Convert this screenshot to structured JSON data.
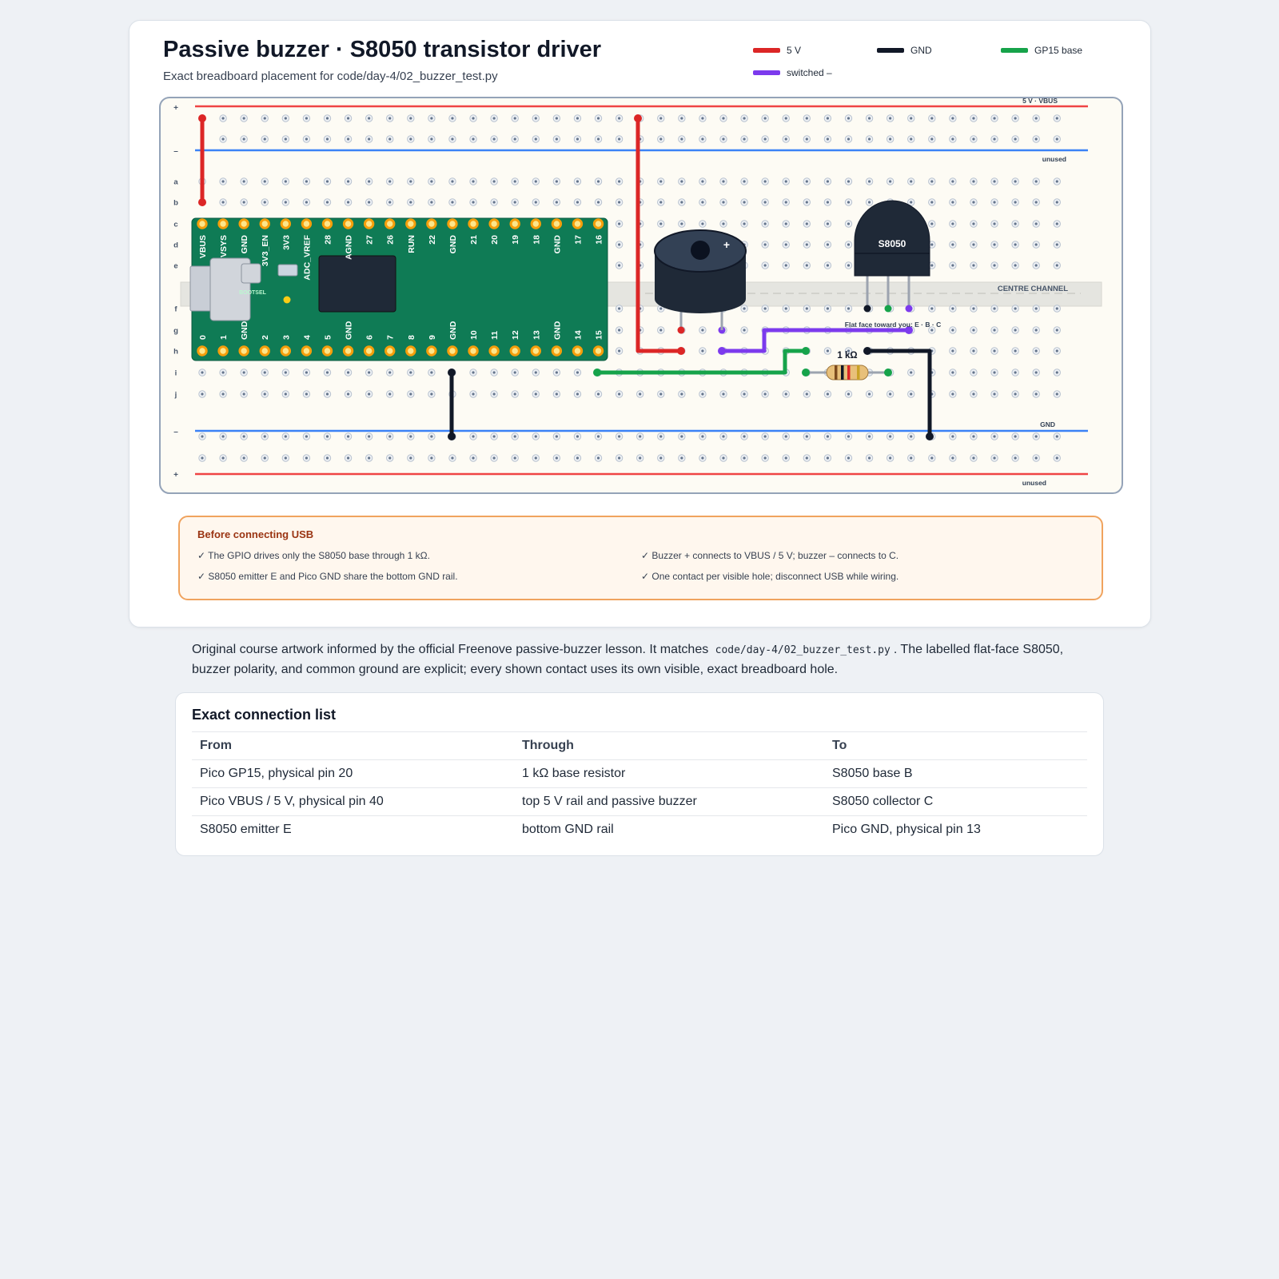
{
  "header": {
    "title": "Passive buzzer · S8050 transistor driver",
    "subtitle": "Exact breadboard placement for code/day-4/02_buzzer_test.py"
  },
  "legend": [
    {
      "label": "5 V",
      "color": "#dc2626"
    },
    {
      "label": "GND",
      "color": "#111827"
    },
    {
      "label": "GP15 base",
      "color": "#16a34a"
    },
    {
      "label": "switched –",
      "color": "#7c3aed"
    }
  ],
  "breadboard": {
    "rail_marks": {
      "top_plus": "+",
      "top_minus": "–",
      "bottom_minus": "–",
      "bottom_plus": "+"
    },
    "row_letters": [
      "a",
      "b",
      "c",
      "d",
      "e",
      "f",
      "g",
      "h",
      "i",
      "j"
    ],
    "rail_labels": {
      "top_plus": "5 V · VBUS",
      "top_minus": "unused",
      "bottom_minus": "GND",
      "bottom_plus": "unused"
    },
    "channel_label": "CENTRE CHANNEL",
    "pico": {
      "top_pins": [
        "VBUS",
        "VSYS",
        "GND",
        "3V3_EN",
        "3V3",
        "ADC_VREF",
        "28",
        "AGND",
        "27",
        "26",
        "RUN",
        "22",
        "GND",
        "21",
        "20",
        "19",
        "18",
        "GND",
        "17",
        "16"
      ],
      "bottom_pins": [
        "0",
        "1",
        "GND",
        "2",
        "3",
        "4",
        "5",
        "GND",
        "6",
        "7",
        "8",
        "9",
        "GND",
        "10",
        "11",
        "12",
        "13",
        "GND",
        "14",
        "15"
      ],
      "bootsel_label": "BOOTSEL"
    },
    "buzzer_plus": "+",
    "transistor_label": "S8050",
    "transistor_orientation": "Flat face toward you: E · B · C",
    "resistor_label": "1 kΩ"
  },
  "checklist": {
    "heading": "Before connecting USB",
    "items": [
      "✓ The GPIO drives only the S8050 base through 1 kΩ.",
      "✓ Buzzer + connects to VBUS / 5 V; buzzer – connects to C.",
      "✓ S8050 emitter E and Pico GND share the bottom GND rail.",
      "✓ One contact per visible hole; disconnect USB while wiring."
    ]
  },
  "description": {
    "before": "Original course artwork informed by the official Freenove passive-buzzer lesson. It matches ",
    "code": "code/day-4/02_buzzer_test.py",
    "after": ". The labelled flat-face S8050, buzzer polarity, and common ground are explicit; every shown contact uses its own visible, exact breadboard hole."
  },
  "connections": {
    "title": "Exact connection list",
    "columns": [
      "From",
      "Through",
      "To"
    ],
    "rows": [
      [
        "Pico GP15, physical pin 20",
        "1 kΩ base resistor",
        "S8050 base B"
      ],
      [
        "Pico VBUS / 5 V, physical pin 40",
        "top 5 V rail and passive buzzer",
        "S8050 collector C"
      ],
      [
        "S8050 emitter E",
        "bottom GND rail",
        "Pico GND, physical pin 13"
      ]
    ]
  }
}
